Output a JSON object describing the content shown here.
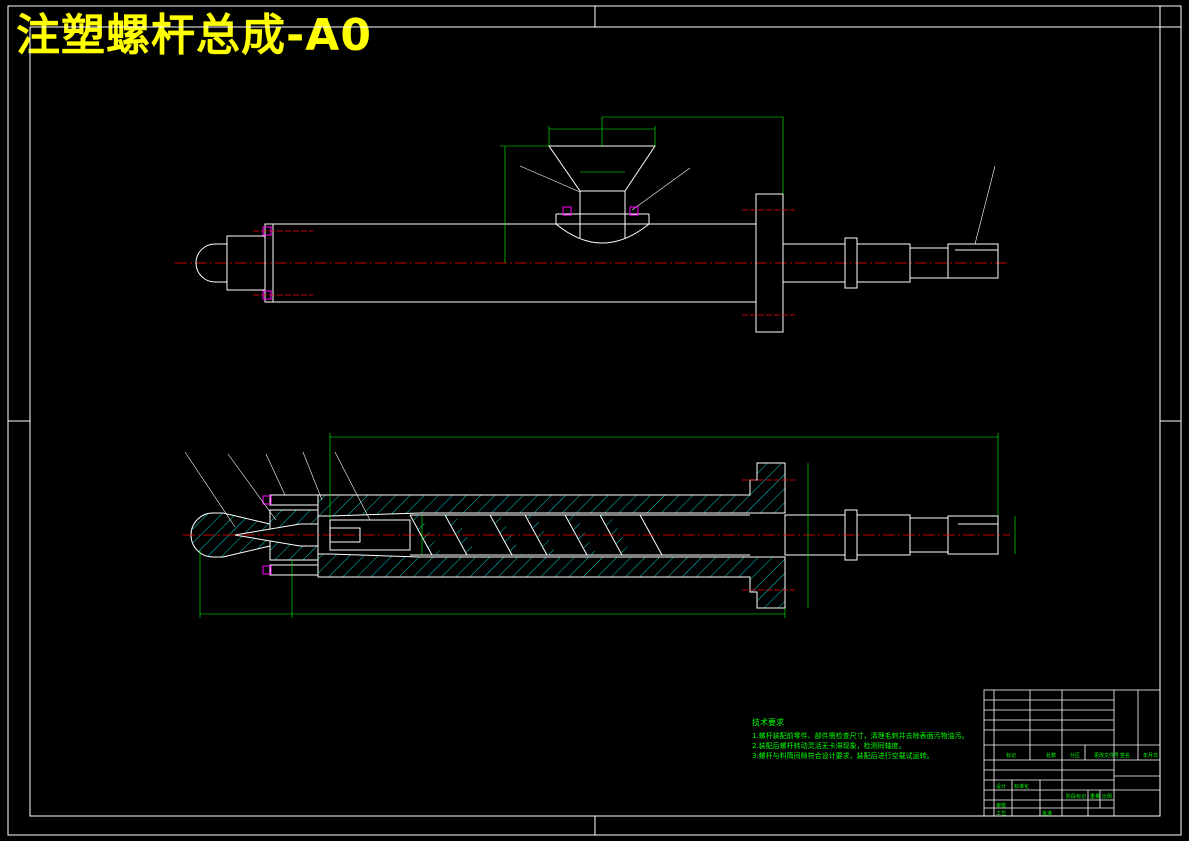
{
  "title": "注塑螺杆总成-A0",
  "colors": {
    "background": "#000000",
    "outline": "#ffffff",
    "centerline": "#ff0000",
    "hatch": "#00ffff",
    "text_green": "#00ff00",
    "bolt": "#ff00ff",
    "title_yellow": "#ffff00"
  },
  "tech_notes": {
    "heading": "技术要求",
    "lines": [
      "1.螺杆装配前零件、部件需检查尺寸，清理毛刺并去除表面污物油污。",
      "2.装配后螺杆转动灵活无卡滞现象，检测同轴度。",
      "3.螺杆与料筒间隙符合设计要求，装配后进行空载试运转。"
    ]
  },
  "title_block": {
    "labels": [
      "标记",
      "处数",
      "分区",
      "更改文件号",
      "签名",
      "年月日",
      "设计",
      "标准化",
      "审核",
      "工艺",
      "批准",
      "阶段标记",
      "重量",
      "比例"
    ]
  }
}
